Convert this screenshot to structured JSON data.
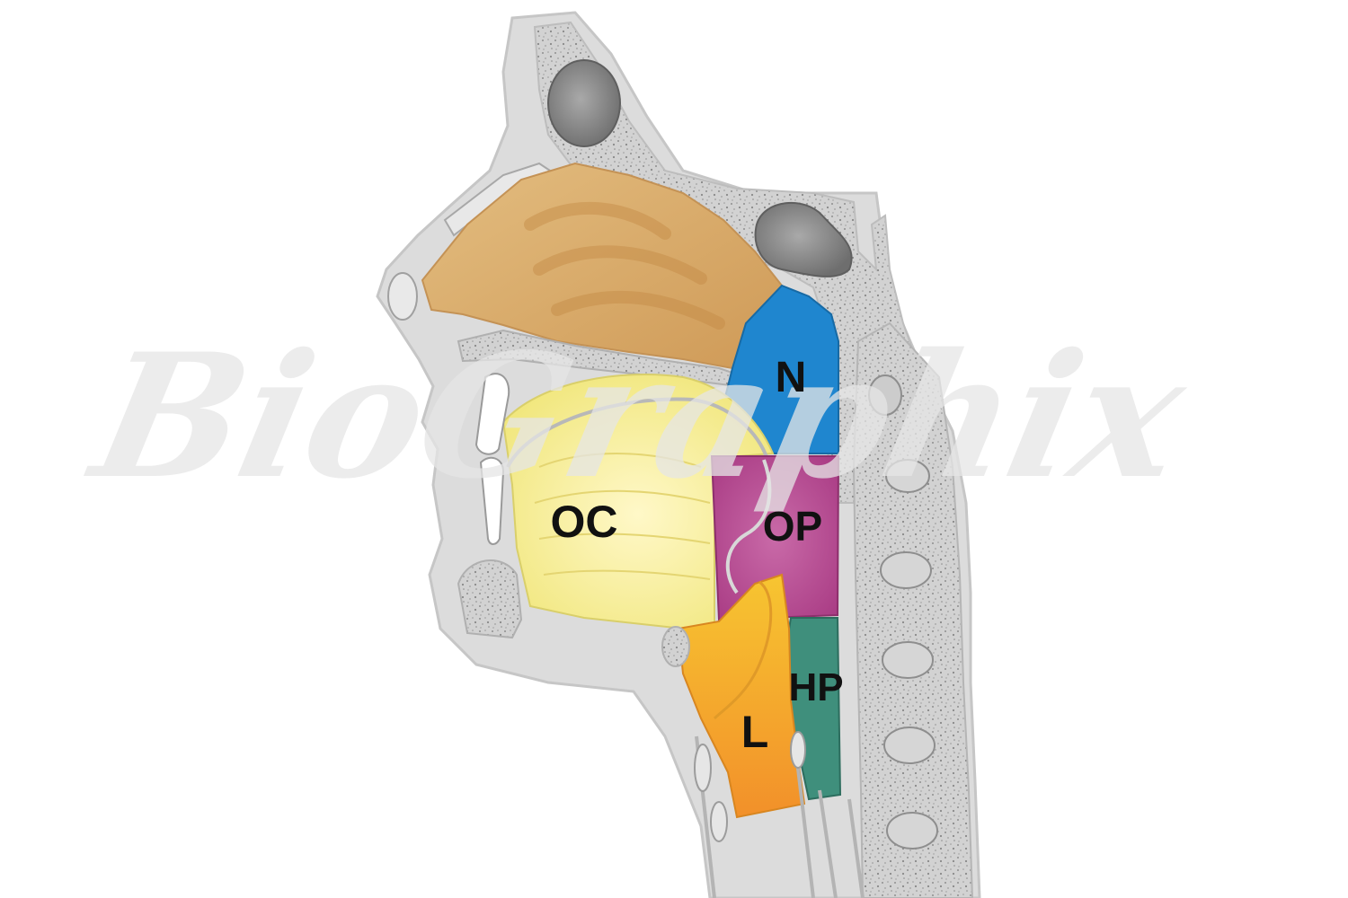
{
  "diagram": {
    "labels": {
      "nasopharynx": "N",
      "oral_cavity": "OC",
      "oropharynx": "OP",
      "hypopharynx": "HP",
      "larynx": "L"
    },
    "watermark": "BioGraphix",
    "colors": {
      "background": "#ffffff",
      "soft_tissue": "#d9d9d9",
      "soft_tissue_edge": "#bdbdbd",
      "bone": "#cfcfcf",
      "bone_speckle": "#8f8f8f",
      "sinus": "#8a8a8a",
      "nasal_cavity": "#d9a766",
      "nasopharynx": "#1f86cf",
      "oral_cavity": "#f6ef9a",
      "oropharynx": "#b7458f",
      "hypopharynx": "#3f8f7c",
      "larynx": "#f5a623",
      "watermark": "#e6e6e6"
    }
  }
}
